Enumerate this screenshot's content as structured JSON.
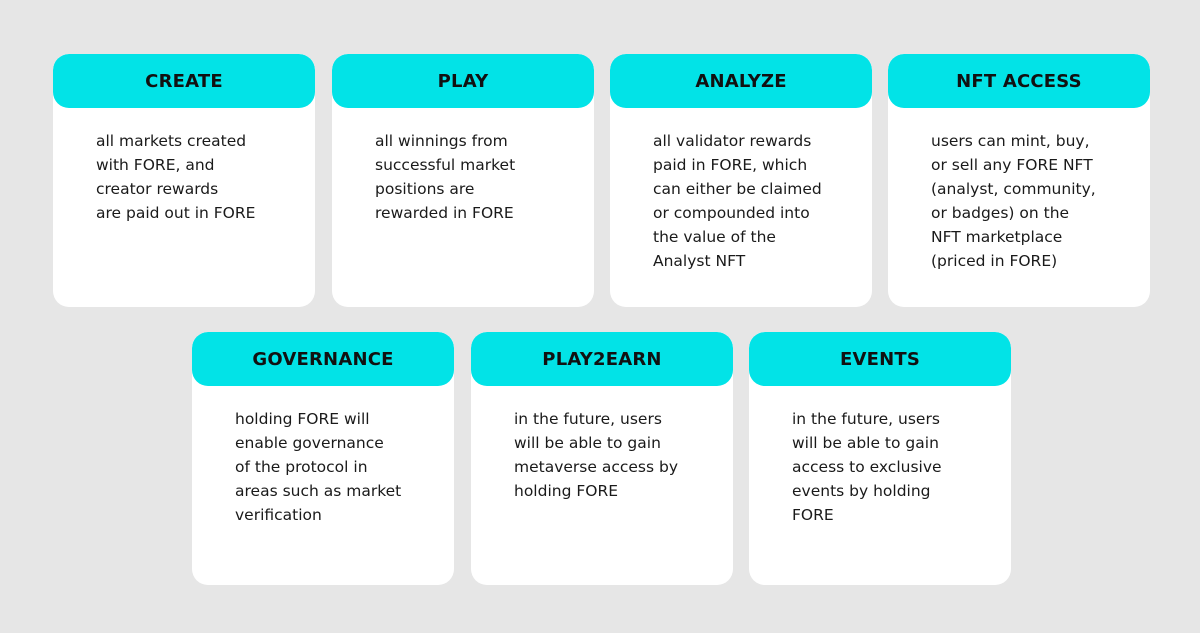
{
  "cards": [
    {
      "title": "CREATE",
      "body": "all markets created\nwith FORE, and\ncreator rewards\nare paid out in FORE"
    },
    {
      "title": "PLAY",
      "body": "all winnings from\nsuccessful market\npositions are\nrewarded in FORE"
    },
    {
      "title": "ANALYZE",
      "body": "all validator rewards\npaid in FORE, which\ncan either be claimed\nor compounded into\nthe value of the\nAnalyst NFT"
    },
    {
      "title": "NFT ACCESS",
      "body": "users can mint, buy,\nor sell any FORE NFT\n(analyst, community,\nor badges) on the\nNFT marketplace\n(priced in FORE)"
    },
    {
      "title": "GOVERNANCE",
      "body": "holding FORE will\nenable governance\nof the protocol in\nareas such as market\nverification"
    },
    {
      "title": "PLAY2EARN",
      "body": "in the future, users\nwill be able to gain\nmetaverse access by\nholding FORE"
    },
    {
      "title": "EVENTS",
      "body": "in the future, users\nwill be able to gain\naccess to exclusive\nevents by holding\nFORE"
    }
  ]
}
